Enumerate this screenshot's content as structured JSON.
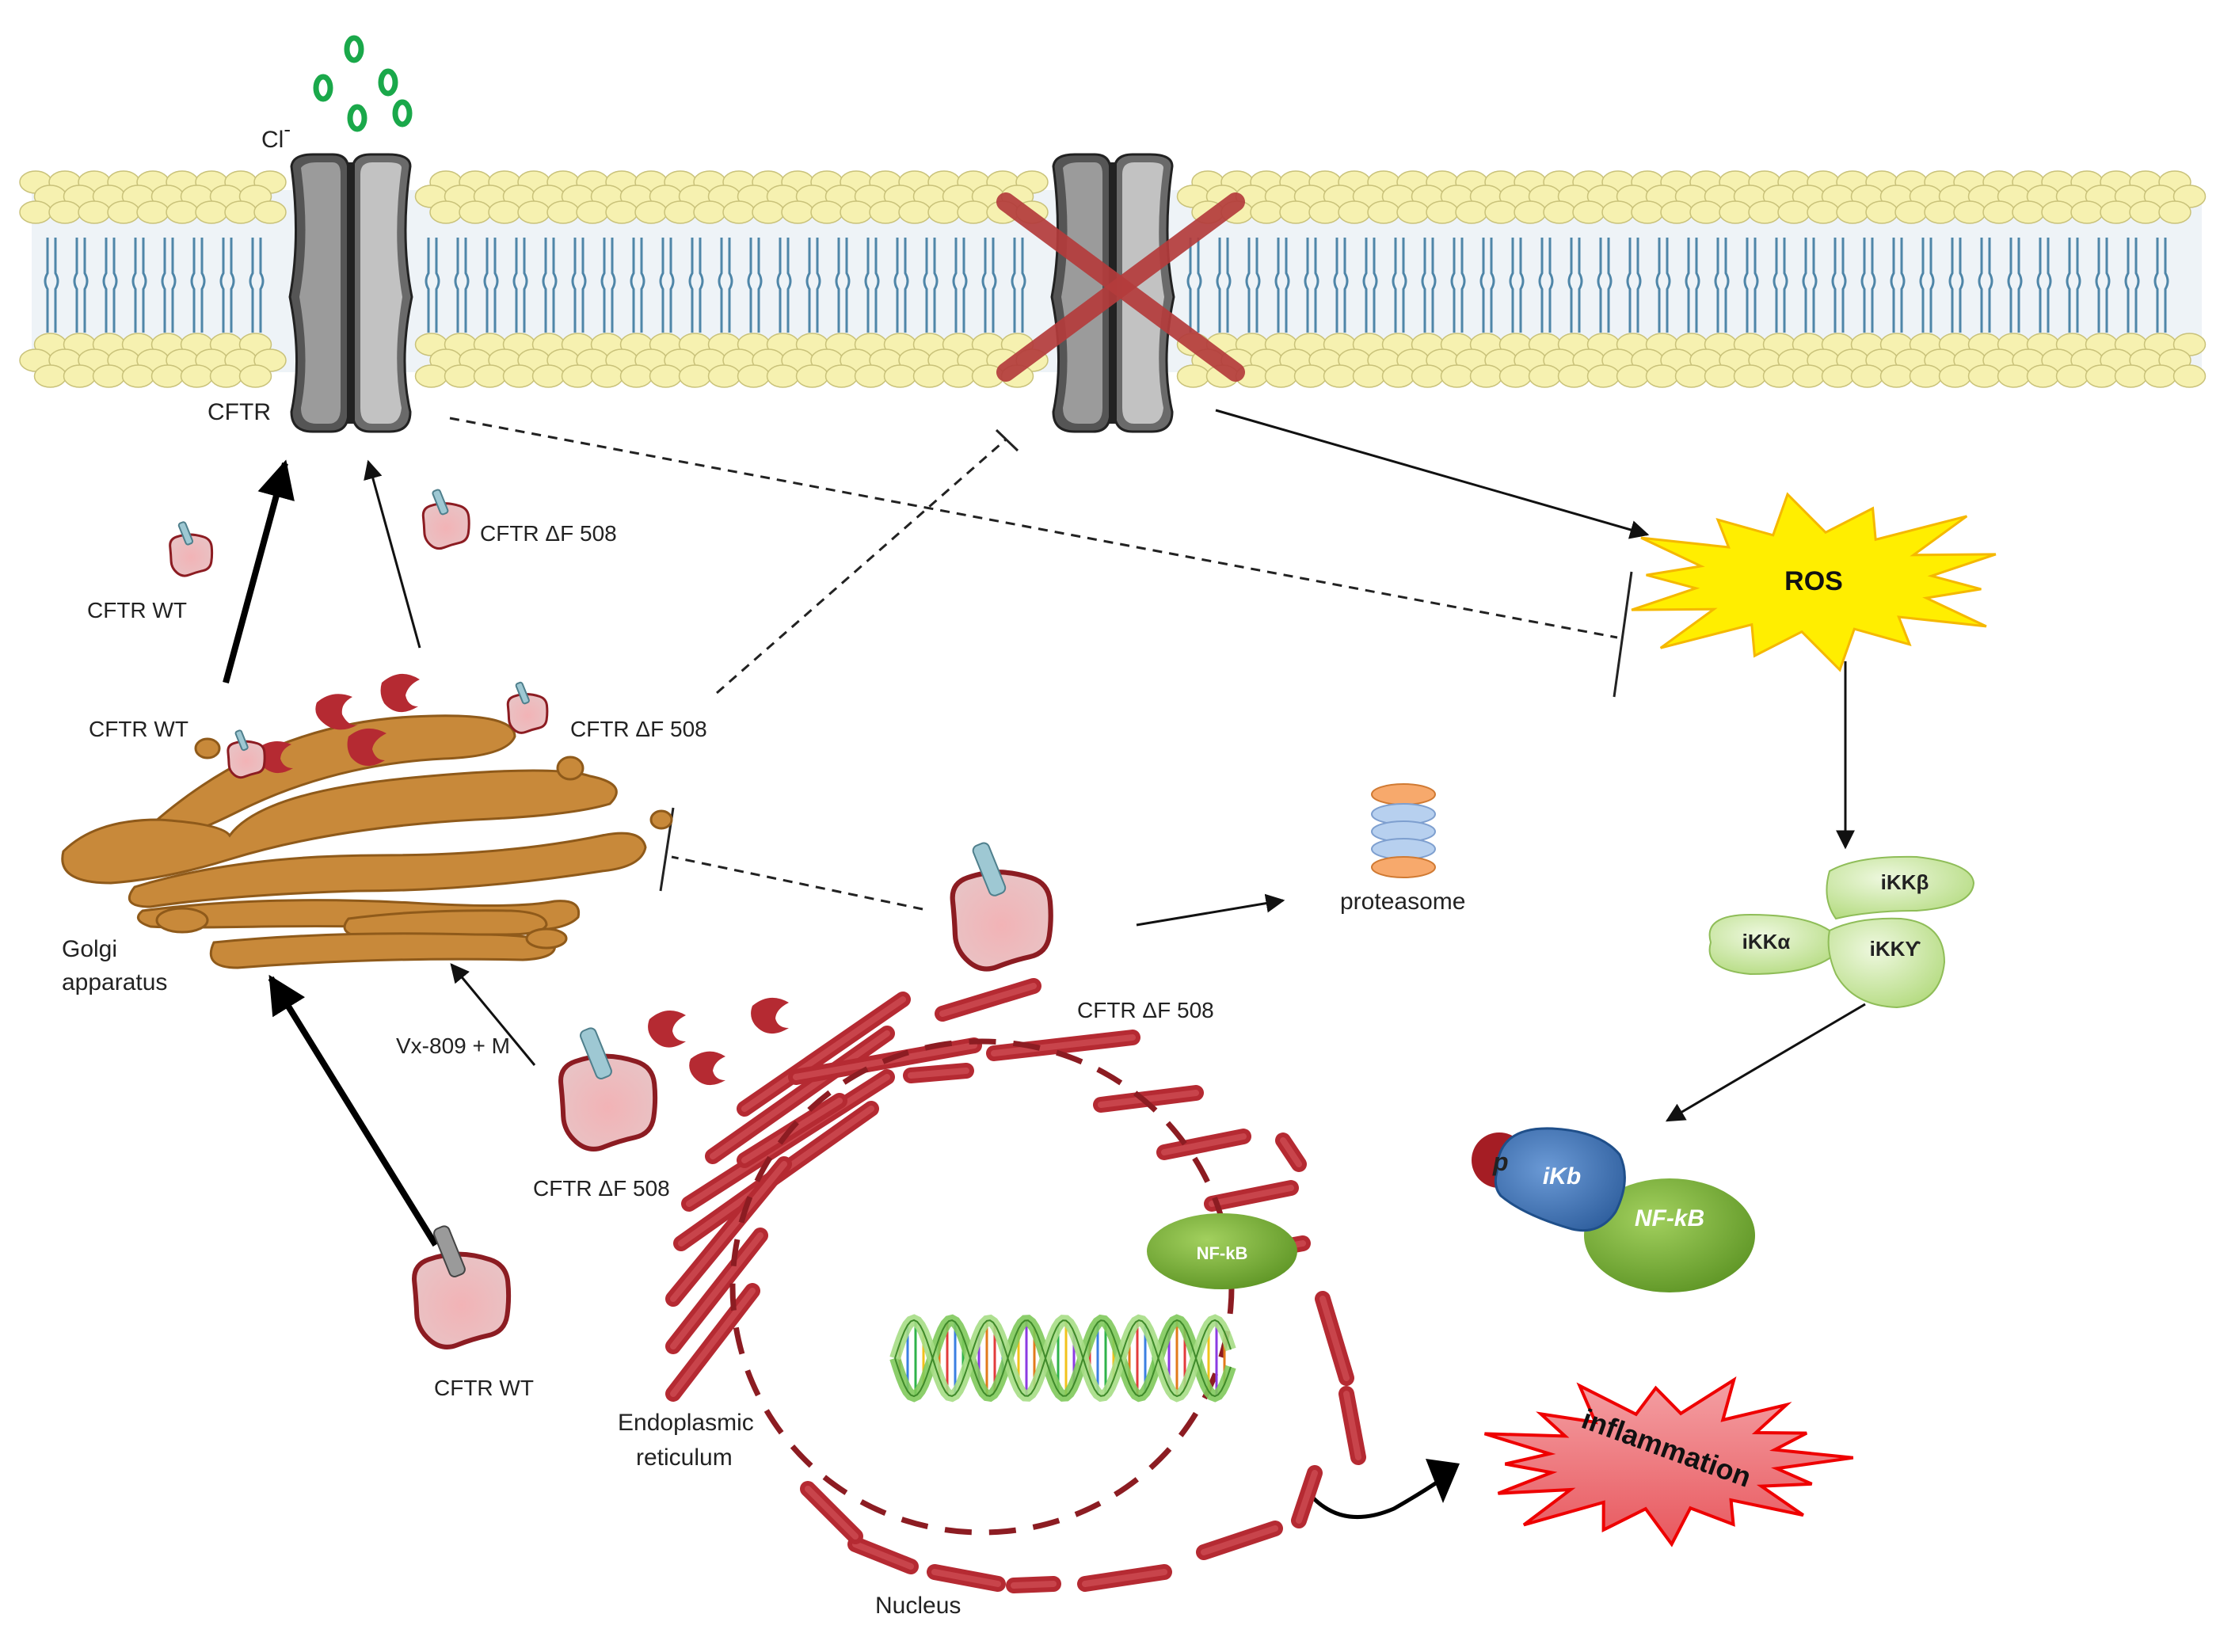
{
  "labels": {
    "chloride": "Cl",
    "chloride_charge": "-",
    "cftr": "CFTR",
    "cftr_wt_1": "CFTR WT",
    "cftr_wt_2": "CFTR WT",
    "cftr_wt_3": "CFTR WT",
    "cftr_df508_1": "CFTR ΔF 508",
    "cftr_df508_2": "CFTR ΔF 508",
    "cftr_df508_3": "CFTR ΔF 508",
    "cftr_df508_4": "CFTR ΔF 508",
    "golgi_1": "Golgi",
    "golgi_2": "apparatus",
    "er_1": "Endoplasmic",
    "er_2": "reticulum",
    "nucleus": "Nucleus",
    "drug": "Vx-809 + M",
    "proteasome": "proteasome",
    "ros": "ROS",
    "ikk_alpha": "iKKα",
    "ikk_beta": "iKKβ",
    "ikk_gamma": "iKKϒ",
    "phospho": "p",
    "ikb": "iKb",
    "nfkb_complex": "NF-kB",
    "nfkb_nucleus": "NF-kB",
    "inflammation": "inflammation"
  },
  "colors": {
    "membrane_head": "#f6f1b0",
    "membrane_head_stroke": "#c9c27a",
    "membrane_tail": "#4f86a8",
    "channel": "#8a8a8a",
    "channel_dark": "#3a3a3a",
    "protein_fill": "#e8a7ab",
    "protein_stroke": "#8c1c22",
    "er": "#b52a32",
    "golgi": "#c8893a",
    "ros_fill": "#ffee00",
    "ros_stroke": "#f5b800",
    "inflammation_fill": "#f07a80",
    "inflammation_stroke": "#ee0000",
    "ikk": "#c8e6a0",
    "ikb": "#3f74b5",
    "nfkb": "#78b134",
    "cross": "#b43c3c",
    "chloride_ion": "#1aa84a"
  }
}
